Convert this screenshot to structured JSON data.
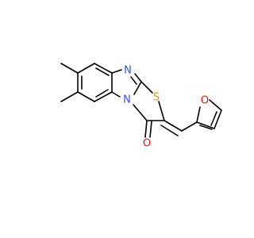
{
  "molecule": {
    "atoms": [
      {
        "id": "methyl_upper",
        "element": "C",
        "label": ""
      },
      {
        "id": "methyl_lower",
        "element": "C",
        "label": ""
      },
      {
        "id": "ring_n_upper",
        "element": "N",
        "label": "N"
      },
      {
        "id": "ring_n_bridge",
        "element": "N",
        "label": "N"
      },
      {
        "id": "thiazole_s",
        "element": "S",
        "label": "S"
      },
      {
        "id": "carbonyl_o",
        "element": "O",
        "label": "O"
      },
      {
        "id": "furan_o",
        "element": "O",
        "label": "O"
      }
    ],
    "colors": {
      "bond": "#000000",
      "C": "#000000",
      "N": "#3050f8",
      "S": "#c8a000",
      "O": "#ff0d0d",
      "background": "#ffffff"
    }
  }
}
